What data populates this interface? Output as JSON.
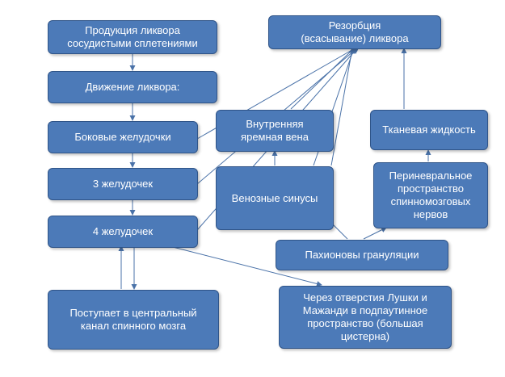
{
  "colors": {
    "box_fill": "#4c7ab8",
    "box_border": "#2f5488",
    "line": "#4a72a8"
  },
  "boxes": {
    "production": "Продукция ликвора\nсосудистыми сплетениями",
    "movement": "Движение ликвора:",
    "lateral": "Боковые желудочки",
    "third": "3 желудочек",
    "fourth": "4 желудочек",
    "central_canal": "Поступает в центральный\nканал спинного мозга",
    "resorption": "Резорбция\n(всасывание) ликвора",
    "jugular": "Внутренняя\nяремная вена",
    "sinuses": "Венозные синусы",
    "tissue_fluid": "Тканевая жидкость",
    "perineural": "Периневральное\nпространство\nспинномозговых\nнервов",
    "pachion": "Пахионовы грануляции",
    "luschka": "Через отверстия Лушки и\nМажанди в подпаутинное\nпространство (большая\nцистерна)"
  }
}
